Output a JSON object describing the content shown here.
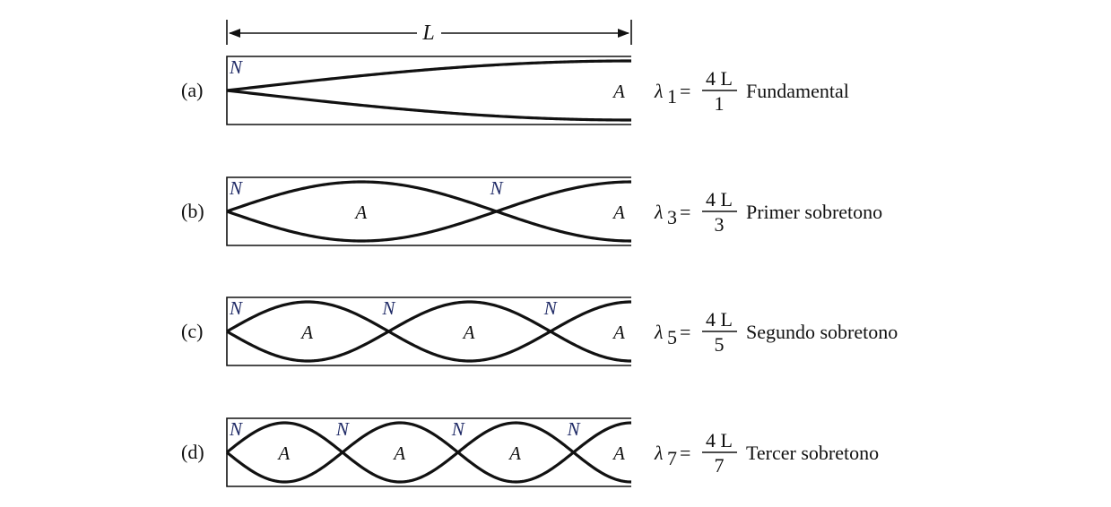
{
  "length_label": "L",
  "node_label": "N",
  "antinode_label": "A",
  "colors": {
    "ink": "#111111",
    "node": "#1f2a66"
  },
  "modes": [
    {
      "tag": "(a)",
      "lambda_symbol": "λ",
      "index": "1",
      "numerator": "4 L",
      "denominator": "1",
      "equals": "=",
      "name": "Fundamental",
      "harmonic": 1
    },
    {
      "tag": "(b)",
      "lambda_symbol": "λ",
      "index": "3",
      "numerator": "4 L",
      "denominator": "3",
      "equals": "=",
      "name": "Primer sobretono",
      "harmonic": 3
    },
    {
      "tag": "(c)",
      "lambda_symbol": "λ",
      "index": "5",
      "numerator": "4 L",
      "denominator": "5",
      "equals": "=",
      "name": "Segundo sobretono",
      "harmonic": 5
    },
    {
      "tag": "(d)",
      "lambda_symbol": "λ",
      "index": "7",
      "numerator": "4 L",
      "denominator": "7",
      "equals": "=",
      "name": "Tercer sobretono",
      "harmonic": 7
    }
  ]
}
